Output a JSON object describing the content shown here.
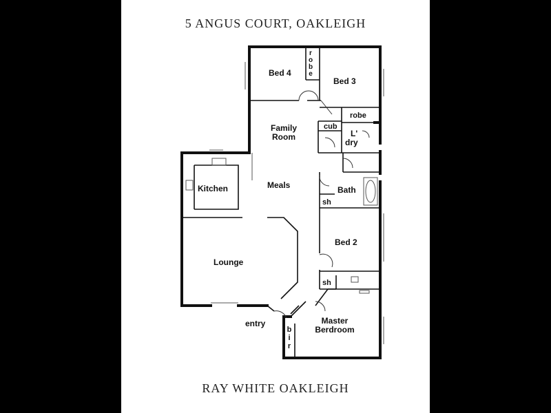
{
  "title_top": "5 ANGUS COURT, OAKLEIGH",
  "title_bottom": "RAY WHITE OAKLEIGH",
  "rooms": {
    "bed4": "Bed 4",
    "robe_v": [
      "r",
      "o",
      "b",
      "e"
    ],
    "bed3": "Bed 3",
    "robe": "robe",
    "family_room": [
      "Family",
      "Room"
    ],
    "cub": "cub",
    "laundry": [
      "L'",
      "dry"
    ],
    "kitchen": "Kitchen",
    "meals": "Meals",
    "bath": "Bath",
    "sh_bath": "sh",
    "bed2": "Bed 2",
    "lounge": "Lounge",
    "sh_ensuite": "sh",
    "entry": "entry",
    "master_bedroom": [
      "Master",
      "Berdroom"
    ],
    "bir_v": [
      "b",
      "i",
      "r"
    ]
  }
}
